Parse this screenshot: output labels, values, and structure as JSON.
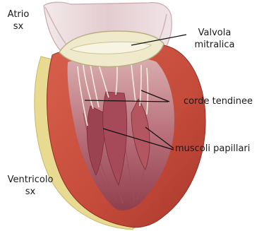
{
  "labels": {
    "atrium_line1": "Atrio",
    "atrium_line2": "sx",
    "mitral_line1": "Valvola",
    "mitral_line2": "mitralica",
    "chordae": "corde tendinee",
    "papillary": "muscoli papillari",
    "ventricle_line1": "Ventricolo",
    "ventricle_line2": "sx"
  },
  "colors": {
    "myocardium": "#c8503f",
    "myocardium_dark": "#9a3328",
    "cavity": "#b8606b",
    "cavity_light": "#d5a1a3",
    "valve": "#eeeacb",
    "valve_edge": "#b9ad7f",
    "atrium": "#ecdcde",
    "fat_rim": "#e9da92",
    "leader_line": "#111111"
  }
}
